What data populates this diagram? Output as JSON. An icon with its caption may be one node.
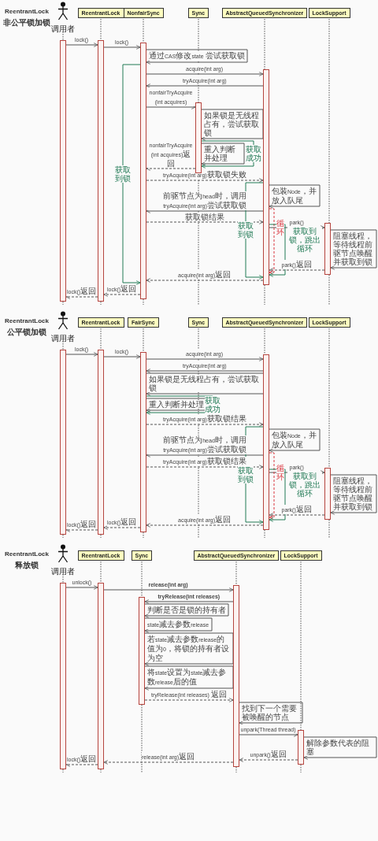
{
  "diagram": {
    "nodes": [
      {
        "text": [
          "调用者"
        ]
      },
      {
        "text": [
          "ReentrantLock"
        ]
      },
      {
        "text": [
          "NonfairSync"
        ]
      },
      {
        "text": [
          "Sync"
        ]
      },
      {
        "text": [
          "AbstractQueuedSynchronizer"
        ]
      },
      {
        "text": [
          "LockSupport"
        ]
      },
      {
        "text": [],
        "shape": "bar"
      },
      {
        "text": [],
        "shape": "bar"
      },
      {
        "text": [],
        "shape": "bar"
      },
      {
        "text": [],
        "shape": "bar"
      },
      {
        "text": [],
        "shape": "bar"
      },
      {
        "text": [],
        "shape": "bar"
      },
      {
        "text": [
          "调用者"
        ]
      },
      {
        "text": [
          "ReentrantLock"
        ]
      },
      {
        "text": [
          "FairSync"
        ]
      },
      {
        "text": [
          "Sync"
        ]
      },
      {
        "text": [
          "AbstractQueuedSynchronizer"
        ]
      },
      {
        "text": [
          "LockSupport"
        ]
      },
      {
        "text": [],
        "shape": "bar"
      },
      {
        "text": [],
        "shape": "bar"
      },
      {
        "text": [],
        "shape": "bar"
      },
      {
        "text": [],
        "shape": "bar"
      },
      {
        "text": [],
        "shape": "bar"
      },
      {
        "text": [
          "调用者"
        ]
      },
      {
        "text": [
          "ReentrantLock"
        ]
      },
      {
        "text": [
          "Sync"
        ]
      },
      {
        "text": [
          "AbstractQueuedSynchronizer"
        ]
      },
      {
        "text": [
          "LockSupport"
        ]
      },
      {
        "text": [],
        "shape": "bar"
      },
      {
        "text": [],
        "shape": "bar"
      },
      {
        "text": [],
        "shape": "bar"
      },
      {
        "text": [],
        "shape": "bar"
      },
      {
        "text": [],
        "shape": "bar"
      }
    ],
    "edges": [
      {
        "from": 6,
        "to": 7,
        "arrow": "to",
        "label": "lock()"
      },
      {
        "from": 7,
        "to": 8,
        "arrow": "to",
        "label": "lock()"
      },
      {
        "from": 8,
        "to": 8,
        "arrow": "to",
        "label": "通过CAS修改state 尝试获取锁"
      },
      {
        "from": 8,
        "to": 10,
        "arrow": "to",
        "label": "acquire(int arg)"
      },
      {
        "from": 10,
        "to": 8,
        "arrow": "to",
        "label": "tryAcquire(int arg)"
      },
      {
        "from": 8,
        "to": 9,
        "arrow": "to",
        "label": "nonfairTryAcquire (int acquires)"
      },
      {
        "from": 9,
        "to": 9,
        "arrow": "to",
        "label": "如果锁是无线程占有，尝试获取锁"
      },
      {
        "from": 9,
        "to": 9,
        "arrow": "to",
        "label": "重入判断并处理"
      },
      {
        "from": 9,
        "to": 9,
        "arrow": "to",
        "label": "获取成功",
        "color": "#217a55"
      },
      {
        "from": 9,
        "to": 8,
        "arrow": "to",
        "label": "nonfairTryAcquire (int acquires)返回",
        "style": "dashed"
      },
      {
        "from": 8,
        "to": 10,
        "arrow": "to",
        "label": "tryAcquire(int arg)获取锁失败",
        "style": "dashed"
      },
      {
        "from": 10,
        "to": 10,
        "arrow": "to",
        "label": "包装Node，并放入队尾"
      },
      {
        "from": 10,
        "to": 8,
        "arrow": "to",
        "label": "前驱节点为head时，调用 tryAcquire(int arg)尝试获取锁"
      },
      {
        "from": 8,
        "to": 10,
        "arrow": "to",
        "label": "获取锁结果",
        "style": "dashed"
      },
      {
        "from": 10,
        "to": 10,
        "arrow": "to",
        "label": "循环",
        "style": "dashed",
        "color": "#d9363e"
      },
      {
        "from": 10,
        "to": 11,
        "arrow": "to",
        "label": "park()"
      },
      {
        "from": 11,
        "to": 11,
        "arrow": "to",
        "label": "阻塞线程，等待线程前驱节点唤醒并获取到锁"
      },
      {
        "from": 11,
        "to": 10,
        "arrow": "to",
        "label": "park()返回",
        "style": "dashed"
      },
      {
        "from": 10,
        "to": 10,
        "arrow": "to",
        "label": "获取到锁，跳出循环",
        "color": "#217a55"
      },
      {
        "from": 10,
        "to": 10,
        "arrow": "to",
        "label": "获取到锁",
        "color": "#217a55"
      },
      {
        "from": 10,
        "to": 8,
        "arrow": "to",
        "label": "acquire(int arg)返回",
        "style": "dashed"
      },
      {
        "from": 8,
        "to": 8,
        "arrow": "to",
        "label": "获取到锁",
        "color": "#217a55"
      },
      {
        "from": 8,
        "to": 7,
        "arrow": "to",
        "label": "lock()返回",
        "style": "dashed"
      },
      {
        "from": 7,
        "to": 6,
        "arrow": "to",
        "label": "lock()返回",
        "style": "dashed"
      },
      {
        "from": 18,
        "to": 19,
        "arrow": "to",
        "label": "lock()"
      },
      {
        "from": 19,
        "to": 20,
        "arrow": "to",
        "label": "lock()"
      },
      {
        "from": 20,
        "to": 21,
        "arrow": "to",
        "label": "acquire(int arg)"
      },
      {
        "from": 21,
        "to": 20,
        "arrow": "to",
        "label": "tryAcquire(int arg)"
      },
      {
        "from": 20,
        "to": 20,
        "arrow": "to",
        "label": "如果锁是无线程占有，尝试获取锁"
      },
      {
        "from": 20,
        "to": 20,
        "arrow": "to",
        "label": "重入判断并处理"
      },
      {
        "from": 20,
        "to": 20,
        "arrow": "to",
        "label": "获取成功",
        "color": "#217a55"
      },
      {
        "from": 20,
        "to": 21,
        "arrow": "to",
        "label": "tryAcquire(int arg)获取锁结果",
        "style": "dashed"
      },
      {
        "from": 21,
        "to": 21,
        "arrow": "to",
        "label": "包装Node，并放入队尾"
      },
      {
        "from": 21,
        "to": 20,
        "arrow": "to",
        "label": "前驱节点为head时，调用 tryAcquire(int arg)尝试获取锁"
      },
      {
        "from": 20,
        "to": 21,
        "arrow": "to",
        "label": "tryAcquire(int arg)获取锁结果",
        "style": "dashed"
      },
      {
        "from": 21,
        "to": 21,
        "arrow": "to",
        "label": "循环",
        "style": "dashed",
        "color": "#d9363e"
      },
      {
        "from": 21,
        "to": 22,
        "arrow": "to",
        "label": "park()"
      },
      {
        "from": 22,
        "to": 22,
        "arrow": "to",
        "label": "阻塞线程，等待线程前驱节点唤醒并获取到锁"
      },
      {
        "from": 22,
        "to": 21,
        "arrow": "to",
        "label": "park()返回",
        "style": "dashed"
      },
      {
        "from": 21,
        "to": 21,
        "arrow": "to",
        "label": "获取到锁，跳出循环",
        "color": "#217a55"
      },
      {
        "from": 21,
        "to": 21,
        "arrow": "to",
        "label": "获取到锁",
        "color": "#217a55"
      },
      {
        "from": 21,
        "to": 20,
        "arrow": "to",
        "label": "acquire(int arg)返回",
        "style": "dashed"
      },
      {
        "from": 20,
        "to": 19,
        "arrow": "to",
        "label": "lock()返回",
        "style": "dashed"
      },
      {
        "from": 19,
        "to": 18,
        "arrow": "to",
        "label": "lock()返回",
        "style": "dashed"
      },
      {
        "from": 28,
        "to": 29,
        "arrow": "to",
        "label": "unlock()"
      },
      {
        "from": 29,
        "to": 31,
        "arrow": "to",
        "label": "release(int arg)"
      },
      {
        "from": 31,
        "to": 30,
        "arrow": "to",
        "label": "tryRelease(int releases)"
      },
      {
        "from": 30,
        "to": 30,
        "arrow": "to",
        "label": "判断是否是锁的持有者"
      },
      {
        "from": 30,
        "to": 30,
        "arrow": "to",
        "label": "state减去参数release"
      },
      {
        "from": 30,
        "to": 30,
        "arrow": "to",
        "label": "若state减去参数release的值为0，将锁的持有者设为空"
      },
      {
        "from": 30,
        "to": 30,
        "arrow": "to",
        "label": "将state设置为state减去参数release后的值"
      },
      {
        "from": 30,
        "to": 31,
        "arrow": "to",
        "label": "tryRelease(int releases) 返回",
        "style": "dashed"
      },
      {
        "from": 31,
        "to": 31,
        "arrow": "to",
        "label": "找到下一个需要被唤醒的节点"
      },
      {
        "from": 31,
        "to": 32,
        "arrow": "to",
        "label": "unpark(Thread thread)"
      },
      {
        "from": 32,
        "to": 32,
        "arrow": "to",
        "label": "解除参数代表的阻塞"
      },
      {
        "from": 32,
        "to": 31,
        "arrow": "to",
        "label": "unpark()返回",
        "style": "dashed"
      },
      {
        "from": 31,
        "to": 29,
        "arrow": "to",
        "label": "release(int arg)返回",
        "style": "dashed"
      },
      {
        "from": 29,
        "to": 28,
        "arrow": "to",
        "label": "lock()返回",
        "style": "dashed"
      },
      {
        "from": 0,
        "to": 6,
        "arrow": "none",
        "style": "dashed"
      },
      {
        "from": 1,
        "to": 7,
        "arrow": "none",
        "style": "dashed"
      },
      {
        "from": 2,
        "to": 8,
        "arrow": "none",
        "style": "dashed"
      },
      {
        "from": 3,
        "to": 9,
        "arrow": "none",
        "style": "dashed"
      },
      {
        "from": 4,
        "to": 10,
        "arrow": "none",
        "style": "dashed"
      },
      {
        "from": 5,
        "to": 11,
        "arrow": "none",
        "style": "dashed"
      },
      {
        "from": 12,
        "to": 18,
        "arrow": "none",
        "style": "dashed"
      },
      {
        "from": 13,
        "to": 19,
        "arrow": "none",
        "style": "dashed"
      },
      {
        "from": 14,
        "to": 20,
        "arrow": "none",
        "style": "dashed"
      },
      {
        "from": 16,
        "to": 21,
        "arrow": "none",
        "style": "dashed"
      },
      {
        "from": 17,
        "to": 22,
        "arrow": "none",
        "style": "dashed"
      },
      {
        "from": 23,
        "to": 28,
        "arrow": "none",
        "style": "dashed"
      },
      {
        "from": 24,
        "to": 29,
        "arrow": "none",
        "style": "dashed"
      },
      {
        "from": 25,
        "to": 30,
        "arrow": "none",
        "style": "dashed"
      },
      {
        "from": 26,
        "to": 31,
        "arrow": "none",
        "style": "dashed"
      },
      {
        "from": 27,
        "to": 32,
        "arrow": "none",
        "style": "dashed"
      }
    ],
    "labels": [
      "ReentrantLock 非公平锁加锁",
      "ReentrantLock 公平锁加锁",
      "ReentrantLock 释放锁"
    ]
  }
}
